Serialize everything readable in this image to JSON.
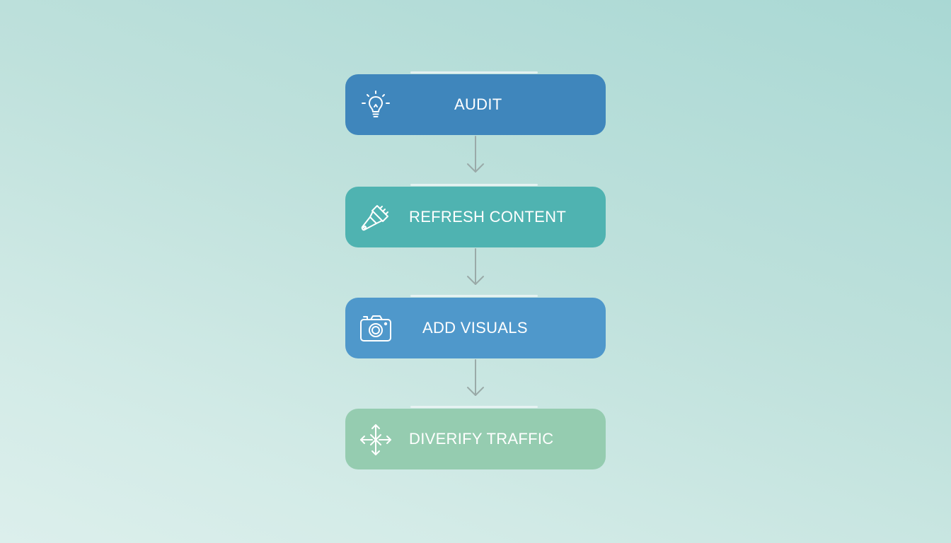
{
  "flow": {
    "steps": [
      {
        "label": "AUDIT",
        "icon": "lightbulb-icon",
        "color": "#3f86bc"
      },
      {
        "label": "REFRESH CONTENT",
        "icon": "paintbrush-icon",
        "color": "#4fb3b1"
      },
      {
        "label": "ADD VISUALS",
        "icon": "camera-icon",
        "color": "#4f98cb"
      },
      {
        "label": "DIVERIFY TRAFFIC",
        "icon": "move-arrows-icon",
        "color": "#95ccb0"
      }
    ],
    "connector_color": "#9aaaa8"
  }
}
